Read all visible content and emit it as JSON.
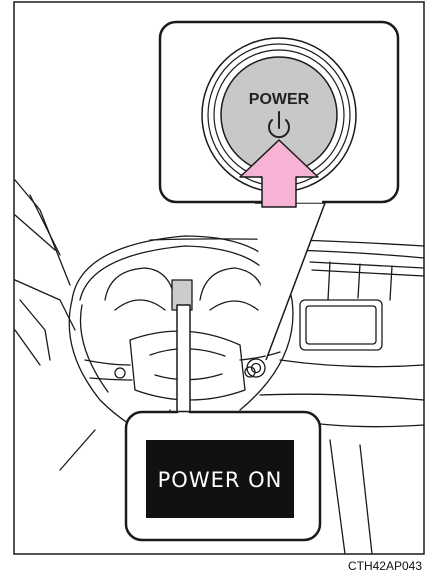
{
  "callout_top": {
    "button_label": "POWER",
    "power_symbol_icon": "power-symbol-icon",
    "press_arrow_icon": "pink-press-arrow-icon"
  },
  "callout_bottom": {
    "display_text": "POWER ON"
  },
  "figure_code": "CTH42AP043",
  "colors": {
    "button_fill": "#c8c8c8",
    "arrow_fill": "#f6b3d6",
    "display_bg": "#111111",
    "display_text": "#ffffff",
    "line": "#1a1a1a"
  }
}
